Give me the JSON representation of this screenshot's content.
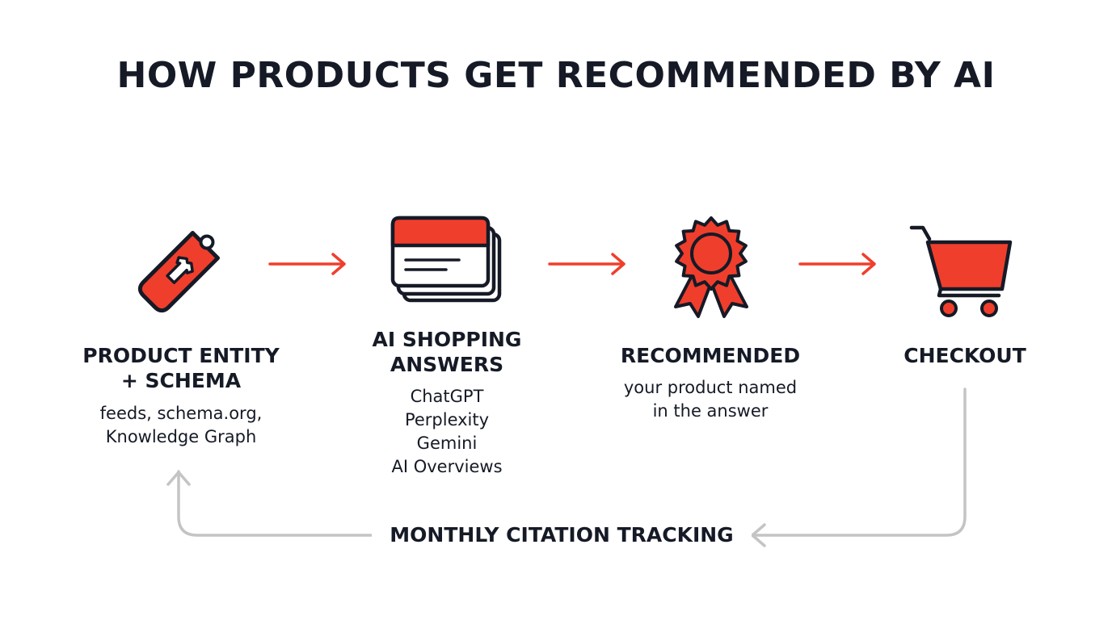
{
  "title": "HOW PRODUCTS GET RECOMMENDED BY AI",
  "colors": {
    "accent": "#f03e2c",
    "ink": "#151a26",
    "loop": "#c4c4c4"
  },
  "steps": [
    {
      "icon": "price-tag-icon",
      "label_lines": [
        "PRODUCT ENTITY",
        "+ SCHEMA"
      ],
      "desc_lines": [
        "feeds, schema.org,",
        "Knowledge Graph"
      ]
    },
    {
      "icon": "answer-cards-icon",
      "label_lines": [
        "AI SHOPPING",
        "ANSWERS"
      ],
      "desc_lines": [
        "ChatGPT",
        "Perplexity",
        "Gemini",
        "AI Overviews"
      ]
    },
    {
      "icon": "award-ribbon-icon",
      "label_lines": [
        "RECOMMENDED"
      ],
      "desc_lines": [
        "your product named",
        "in the answer"
      ]
    },
    {
      "icon": "shopping-cart-icon",
      "label_lines": [
        "CHECKOUT"
      ],
      "desc_lines": []
    }
  ],
  "feedback_loop": {
    "label": "MONTHLY CITATION TRACKING"
  }
}
